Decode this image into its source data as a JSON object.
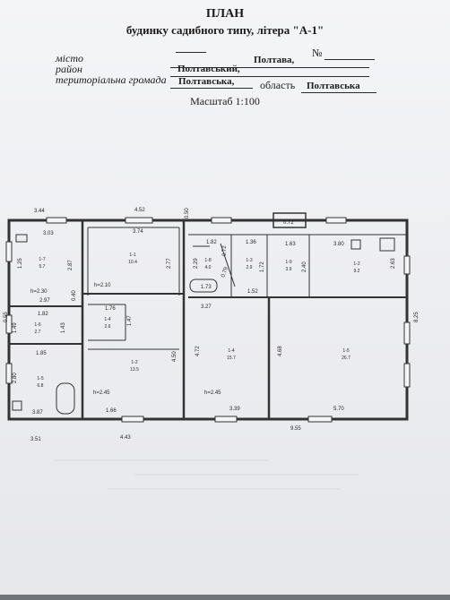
{
  "header": {
    "title": "ПЛАН",
    "subtitle": "будинку садибного типу, літера \"А-1\"",
    "number_mark": "№",
    "scale": "Масштаб 1:100"
  },
  "address": {
    "city_label": "місто",
    "city_value": "Полтава,",
    "district_label": "район",
    "district_value": "Полтавський,",
    "community_label": "територіальна громада",
    "community_value": "Полтавська,",
    "region_label": "область",
    "region_value": "Полтавська"
  },
  "dims": {
    "top_left": "3.44",
    "top_mid": "4.52",
    "top_v": "0.50",
    "porch": "0.72",
    "r1_top": "3.03",
    "r2_top": "3.74",
    "r3_top1": "1.82",
    "r3_top2": "1.36",
    "r3_top3": "1.63",
    "r3_top4": "3.80",
    "left_side_a": "1.25",
    "left_side_b": "2.87",
    "mid_side": "2.77",
    "r_side1": "2.29",
    "r_side2": "0.72",
    "r_side3": "1.72",
    "r_side4": "2.40",
    "r_side5": "2.63",
    "bath_w": "1.73",
    "diag": "0.79",
    "small_corr": "1.52",
    "h1": "h=2.30",
    "h2": "h=2.10",
    "h3": "h=2.45",
    "h4": "h=2.45",
    "d_297": "2.97",
    "d_040": "0.40",
    "d_182": "1.82",
    "d_176": "1.76",
    "d_327": "3.27",
    "d_147": "1.47",
    "d_149": "1.49",
    "d_182b": "1.82",
    "d_143": "1.43",
    "d_185": "1.85",
    "d_280": "2.80",
    "d_387": "3.87",
    "d_450": "4.50",
    "d_472": "4.72",
    "d_468": "4.68",
    "d_166": "1.66",
    "d_339": "3.39",
    "d_570": "5.70",
    "d_825": "8.25",
    "d_955": "9.55",
    "d_351": "3.51",
    "d_443": "4.43",
    "d_055": "0.55"
  },
  "rooms": [
    {
      "id": "1-7",
      "area": "5.7"
    },
    {
      "id": "1-1",
      "area": "10.4"
    },
    {
      "id": "1-8",
      "area": "4.0"
    },
    {
      "id": "1-3",
      "area": "2.9"
    },
    {
      "id": "1-9",
      "area": "3.9"
    },
    {
      "id": "1-2",
      "area": "9.2"
    },
    {
      "id": "1-6",
      "area": "2.7"
    },
    {
      "id": "1-4",
      "area": "2.6"
    },
    {
      "id": "1-5",
      "area": "6.8"
    },
    {
      "id": "1-2",
      "area": "13.5"
    },
    {
      "id": "1-4",
      "area": "15.7"
    },
    {
      "id": "1-5",
      "area": "26.7"
    }
  ]
}
